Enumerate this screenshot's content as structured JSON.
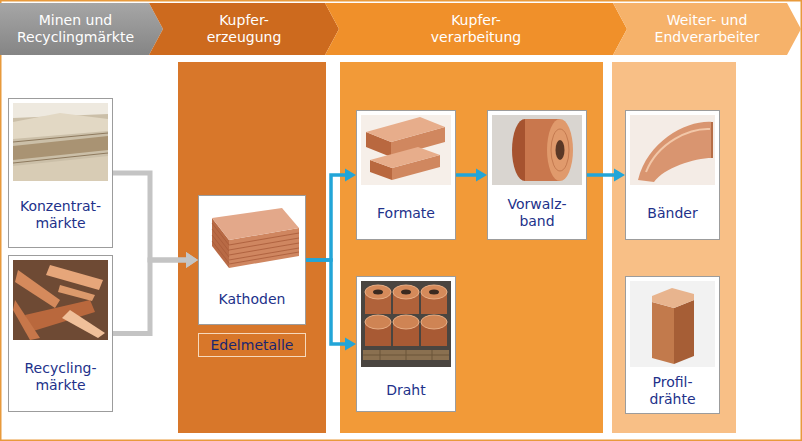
{
  "diagram": {
    "nodes": [
      {
        "text": [
          "Minen und Recyclingmärkte"
        ]
      },
      {
        "text": [
          "Kupfer- erzeugung"
        ]
      },
      {
        "text": [
          "Kupfer- verarbeitung"
        ]
      },
      {
        "text": [
          "Weiter- und Endverarbeiter"
        ]
      },
      {
        "text": [
          "Konzentrat- märkte"
        ]
      },
      {
        "text": [
          "Recycling- märkte"
        ]
      },
      {
        "text": [
          "Kathoden"
        ]
      },
      {
        "text": [
          "Edelmetalle"
        ]
      },
      {
        "text": [
          "Formate"
        ]
      },
      {
        "text": [
          "Vorwalz- band"
        ]
      },
      {
        "text": [
          "Draht"
        ]
      },
      {
        "text": [
          "Bänder"
        ]
      },
      {
        "text": [
          "Profil- drähte"
        ]
      }
    ],
    "edges": [
      {
        "from": 4,
        "to": 6,
        "arrow": "to"
      },
      {
        "from": 5,
        "to": 6,
        "arrow": "to"
      },
      {
        "from": 6,
        "to": 8,
        "arrow": "to"
      },
      {
        "from": 6,
        "to": 10,
        "arrow": "to"
      },
      {
        "from": 8,
        "to": 9,
        "arrow": "to"
      },
      {
        "from": 9,
        "to": 11,
        "arrow": "to"
      }
    ]
  }
}
